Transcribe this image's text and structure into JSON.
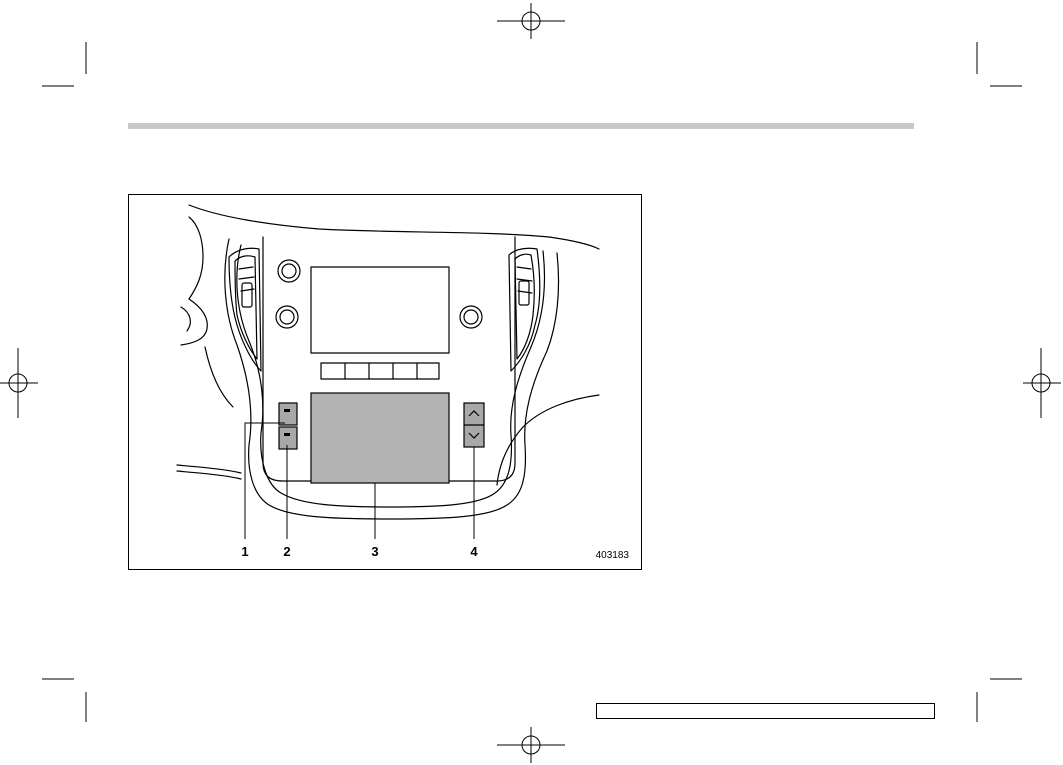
{
  "figure": {
    "code": "403183",
    "callouts": [
      "1",
      "2",
      "3",
      "4"
    ],
    "icons": {
      "button_up": "chevron-up-icon",
      "button_down": "chevron-down-icon",
      "registration": "crosshair-registration-mark-icon"
    }
  },
  "colors": {
    "header_rule": "#c8c8c8",
    "touchpad_fill": "#b3b3b3",
    "switch_fill": "#a8a8a8"
  }
}
